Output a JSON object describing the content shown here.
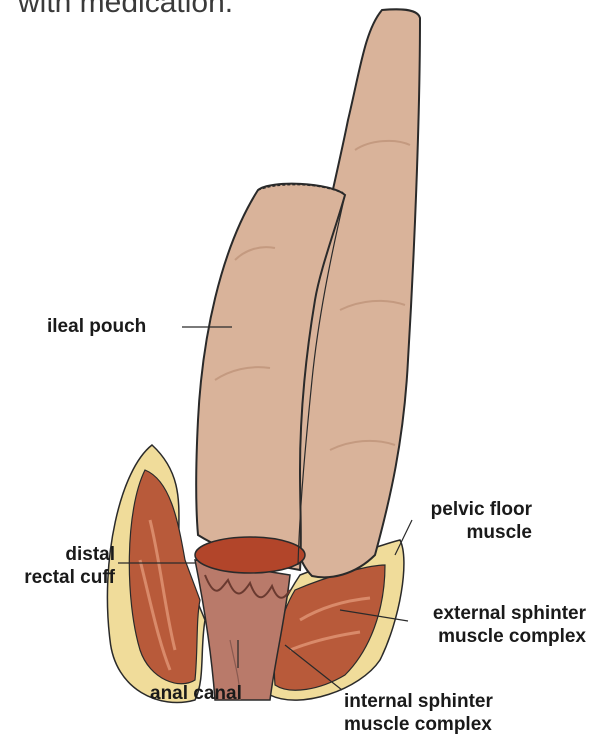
{
  "header": {
    "text": "with medication."
  },
  "labels": {
    "ileal_pouch": "ileal pouch",
    "pelvic_floor_1": "pelvic floor",
    "pelvic_floor_2": "muscle",
    "distal_1": "distal",
    "distal_2": "rectal cuff",
    "external_1": "external sphinter",
    "external_2": "muscle complex",
    "anal_canal": "anal canal",
    "internal_1": "internal sphinter",
    "internal_2": "muscle complex"
  },
  "colors": {
    "skin": "#d9b39a",
    "skin_shadow": "#c49a80",
    "outline": "#2a2a2a",
    "fat": "#f0dc9a",
    "muscle": "#b85a3a",
    "muscle_light": "#d98a6a",
    "canal": "#b97a6a",
    "cuff": "#b2452a"
  }
}
